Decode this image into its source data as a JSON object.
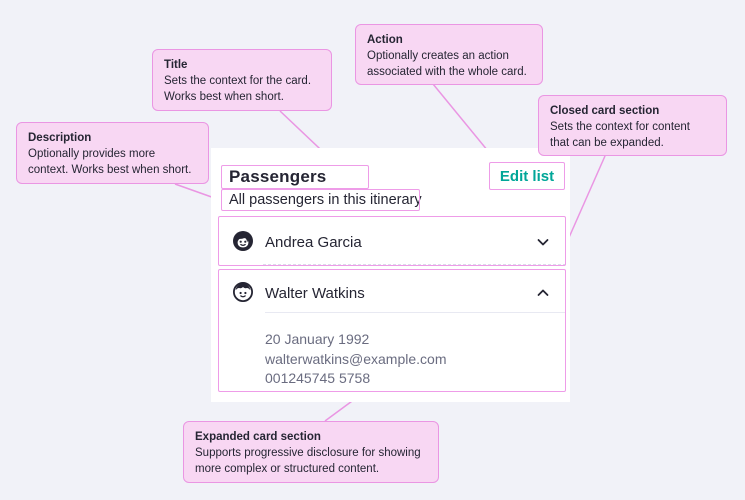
{
  "colors": {
    "background": "#f1f2f8",
    "panel": "#ffffff",
    "annotation_fill": "#f8d7f3",
    "annotation_border": "#ea96e3",
    "highlight_border": "#ee9ce8",
    "text_primary": "#252533",
    "text_secondary": "#6a6c80",
    "action_teal": "#00a698"
  },
  "annotations": {
    "title": {
      "heading": "Title",
      "body": "Sets the context for the card.\nWorks best when short."
    },
    "description": {
      "heading": "Description",
      "body": "Optionally provides more\ncontext. Works best when short."
    },
    "action": {
      "heading": "Action",
      "body": "Optionally creates an action\nassociated with the whole card."
    },
    "closed": {
      "heading": "Closed card section",
      "body": "Sets the context for content\nthat can be expanded."
    },
    "expanded": {
      "heading": "Expanded card section",
      "body": "Supports progressive disclosure for showing\nmore complex or structured content."
    }
  },
  "card": {
    "title": "Passengers",
    "description": "All passengers in this itinerary",
    "action_label": "Edit list",
    "passengers": [
      {
        "name": "Andrea Garcia",
        "state": "collapsed",
        "icon": "female-avatar-icon"
      },
      {
        "name": "Walter Watkins",
        "state": "expanded",
        "icon": "male-avatar-icon",
        "details": {
          "dob": "20 January 1992",
          "email": "walterwatkins@example.com",
          "phone": "001245745 5758"
        }
      }
    ]
  },
  "icons": {
    "female_avatar": "female-avatar-icon",
    "male_avatar": "male-avatar-icon",
    "chevron_down": "chevron-down-icon",
    "chevron_up": "chevron-up-icon"
  }
}
